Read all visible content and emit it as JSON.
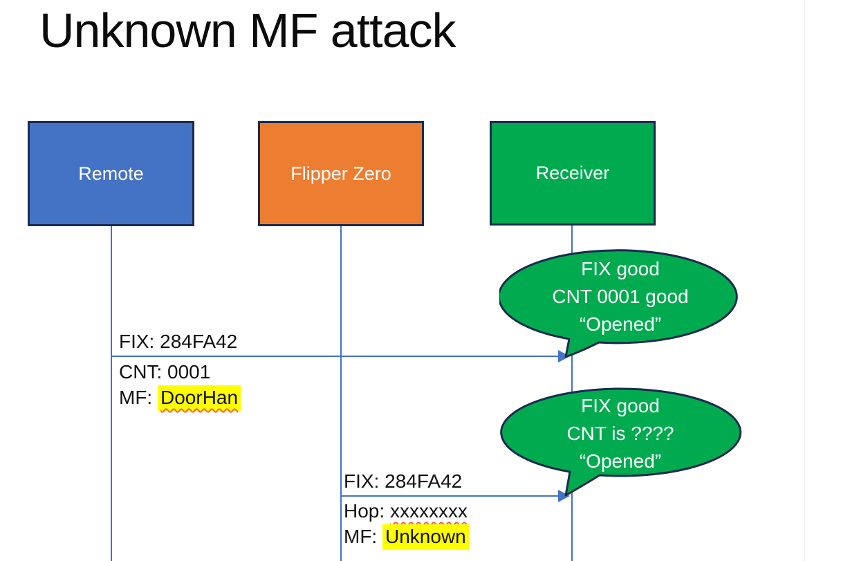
{
  "title": "Unknown MF attack",
  "actors": [
    {
      "id": "remote",
      "label": "Remote",
      "fill": "#4472C4"
    },
    {
      "id": "flipper",
      "label": "Flipper Zero",
      "fill": "#ED7D31"
    },
    {
      "id": "receiver",
      "label": "Receiver",
      "fill": "#00AB50"
    }
  ],
  "messages": [
    {
      "from": "Remote",
      "to": "Receiver",
      "lines": [
        {
          "text": "FIX: 284FA42"
        },
        {
          "text": "CNT: 0001"
        },
        {
          "prefix": "MF: ",
          "value": "DoorHan",
          "highlight": true,
          "spellcheck_squiggle": true
        }
      ]
    },
    {
      "from": "Flipper Zero",
      "to": "Receiver",
      "lines": [
        {
          "text": "FIX: 284FA42"
        },
        {
          "prefix": "Hop: ",
          "value": "xxxxxxxx",
          "highlight": false,
          "spellcheck_squiggle": true
        },
        {
          "prefix": "MF: ",
          "value": "Unknown",
          "highlight": true,
          "spellcheck_squiggle": false
        }
      ]
    }
  ],
  "callouts": [
    {
      "lines": [
        "FIX good",
        "CNT 0001 good",
        "“Opened”"
      ]
    },
    {
      "lines": [
        "FIX good",
        "CNT is ????",
        "“Opened”"
      ]
    }
  ],
  "colors": {
    "actor_remote_fill": "#4472C4",
    "actor_flipper_fill": "#ED7D31",
    "actor_receiver_fill": "#00AB50",
    "shape_border": "#1B2A4E",
    "line_and_arrow": "#4472C4",
    "callout_fill": "#00AB50",
    "highlight_yellow": "#FFFF00",
    "squiggle_red": "#FF5A52",
    "text_black": "#111111",
    "text_white": "#FFFFFF"
  }
}
